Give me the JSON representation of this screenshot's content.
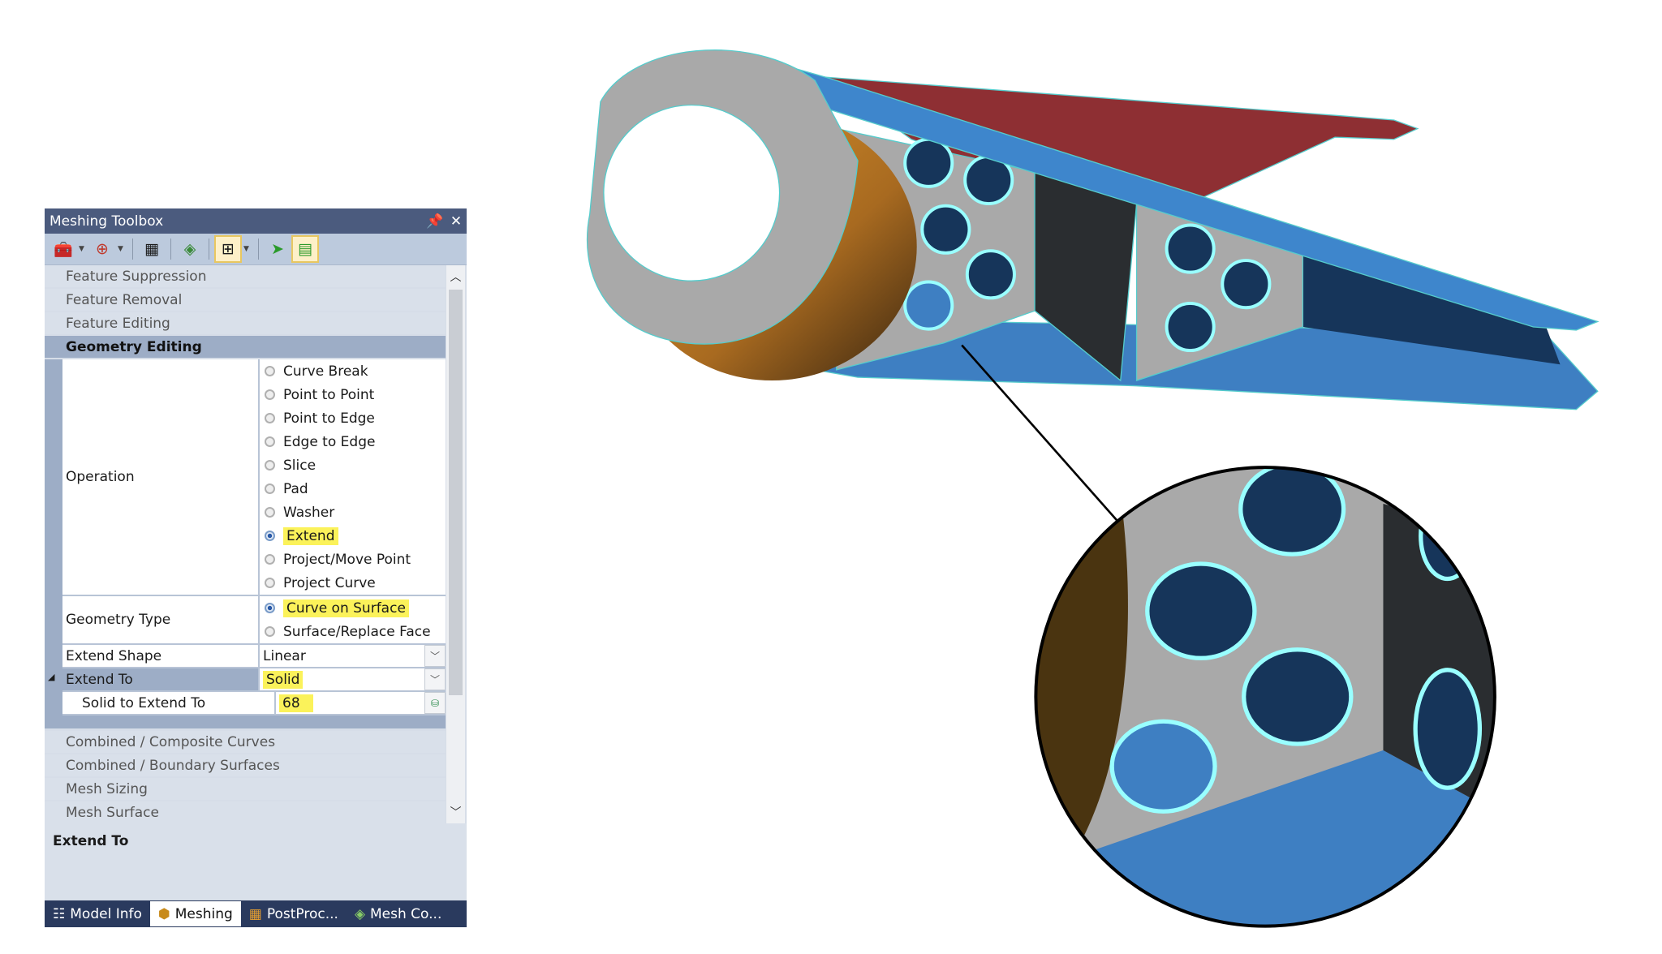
{
  "panel": {
    "title": "Meshing Toolbox",
    "pin_icon": "pin-icon",
    "close_icon": "close-icon",
    "toolbar": [
      "toolbox-icon",
      "toolbox-target-icon",
      "color-layers-icon",
      "geometry-icon",
      "grid-circle-icon",
      "select-arrow-icon",
      "table-arrow-icon"
    ],
    "sections_top": [
      "Feature Suppression",
      "Feature Removal",
      "Feature Editing"
    ],
    "active_section": "Geometry Editing",
    "operation": {
      "label": "Operation",
      "options": [
        "Curve Break",
        "Point to Point",
        "Point to Edge",
        "Edge to Edge",
        "Slice",
        "Pad",
        "Washer",
        "Extend",
        "Project/Move Point",
        "Project Curve"
      ],
      "selected": "Extend"
    },
    "geometry_type": {
      "label": "Geometry Type",
      "options": [
        "Curve on Surface",
        "Surface/Replace Face"
      ],
      "selected": "Curve on Surface"
    },
    "extend_shape": {
      "label": "Extend Shape",
      "value": "Linear"
    },
    "extend_to": {
      "label": "Extend To",
      "value": "Solid"
    },
    "solid_to_extend_to": {
      "label": "Solid to Extend To",
      "value": "68"
    },
    "sections_bottom": [
      "Combined / Composite Curves",
      "Combined / Boundary Surfaces",
      "Mesh Sizing",
      "Mesh Surface"
    ],
    "description_title": "Extend To",
    "tabs": [
      {
        "label": "Model Info",
        "icon": "tree-icon"
      },
      {
        "label": "Meshing",
        "icon": "mesh-cube-icon",
        "active": true
      },
      {
        "label": "PostProc...",
        "icon": "postproc-icon"
      },
      {
        "label": "Mesh Co...",
        "icon": "mesh-control-icon"
      }
    ]
  },
  "colors": {
    "highlight": "#fbf25a",
    "title_bar": "#4b5b7e",
    "beam_blue": "#3e86cc",
    "beam_red": "#8e2f33",
    "web_grey": "#a9a9a9",
    "tube_orange": "#d6902c"
  }
}
